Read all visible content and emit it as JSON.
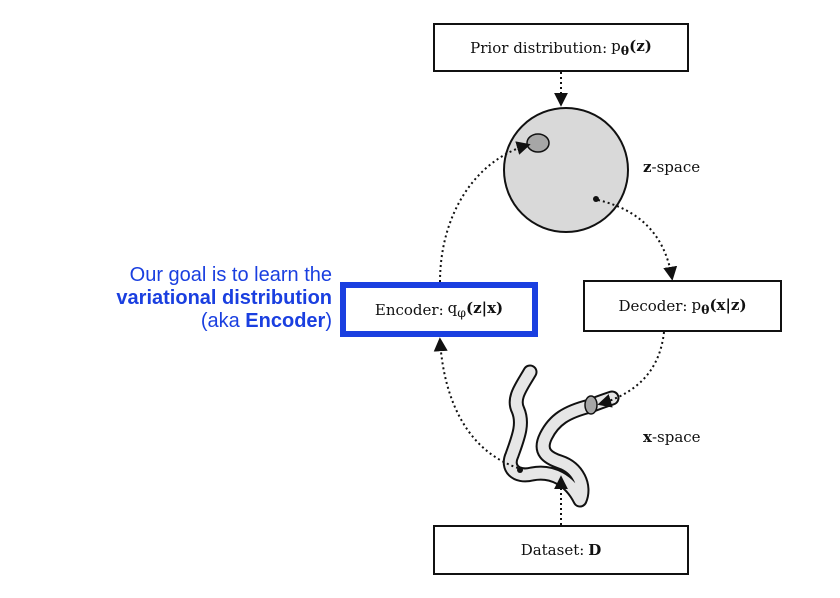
{
  "boxes": {
    "prior": {
      "label": "Prior distribution:",
      "math": "p",
      "math_sub": "θ",
      "math_arg": "(z)"
    },
    "encoder": {
      "label": "Encoder:",
      "math": "q",
      "math_sub": "φ",
      "math_arg": "(z|x)"
    },
    "decoder": {
      "label": "Decoder:",
      "math": "p",
      "math_sub": "θ",
      "math_arg": "(x|z)"
    },
    "dataset": {
      "label": "Dataset:",
      "math": "D"
    }
  },
  "spaces": {
    "z": {
      "var": "z",
      "suffix": "-space"
    },
    "x": {
      "var": "x",
      "suffix": "-space"
    }
  },
  "annotation": {
    "line1": "Our goal is to learn the",
    "line2_bold": "variational distribution",
    "line3_pre": "(aka ",
    "line3_bold": "Encoder",
    "line3_post": ")"
  },
  "colors": {
    "accent": "#1a3fe0",
    "sphere": "#d9d9d9",
    "blob": "#a6a6a6"
  }
}
